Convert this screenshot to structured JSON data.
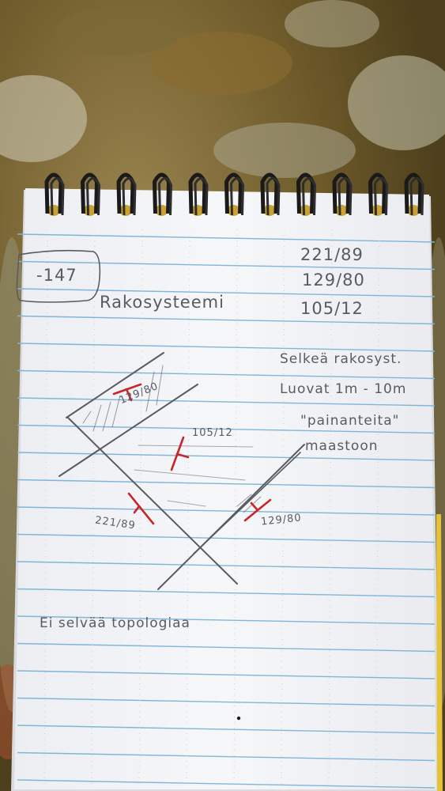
{
  "notes": {
    "station_id": "-147",
    "heading": "Rakosysteemi",
    "measure_1": "221/89",
    "measure_2": "129/80",
    "measure_3": "105/12",
    "desc_1": "Selkeä rakosyst.",
    "desc_2": "Luovat 1m - 10m",
    "desc_3": "\"painanteita\"",
    "desc_4": "maastoon",
    "footer": "Ei selvää topologiaa"
  },
  "sketch": {
    "label_top": "129/80",
    "label_middle": "105/12",
    "label_left": "221/89",
    "label_right": "129/80"
  },
  "colors": {
    "paper": "#f4f5f7",
    "ruled_line": "#7fb6d8",
    "pencil": "#5a5a62",
    "red_pen": "#c8262a",
    "spiral": "#1a1a1a"
  }
}
